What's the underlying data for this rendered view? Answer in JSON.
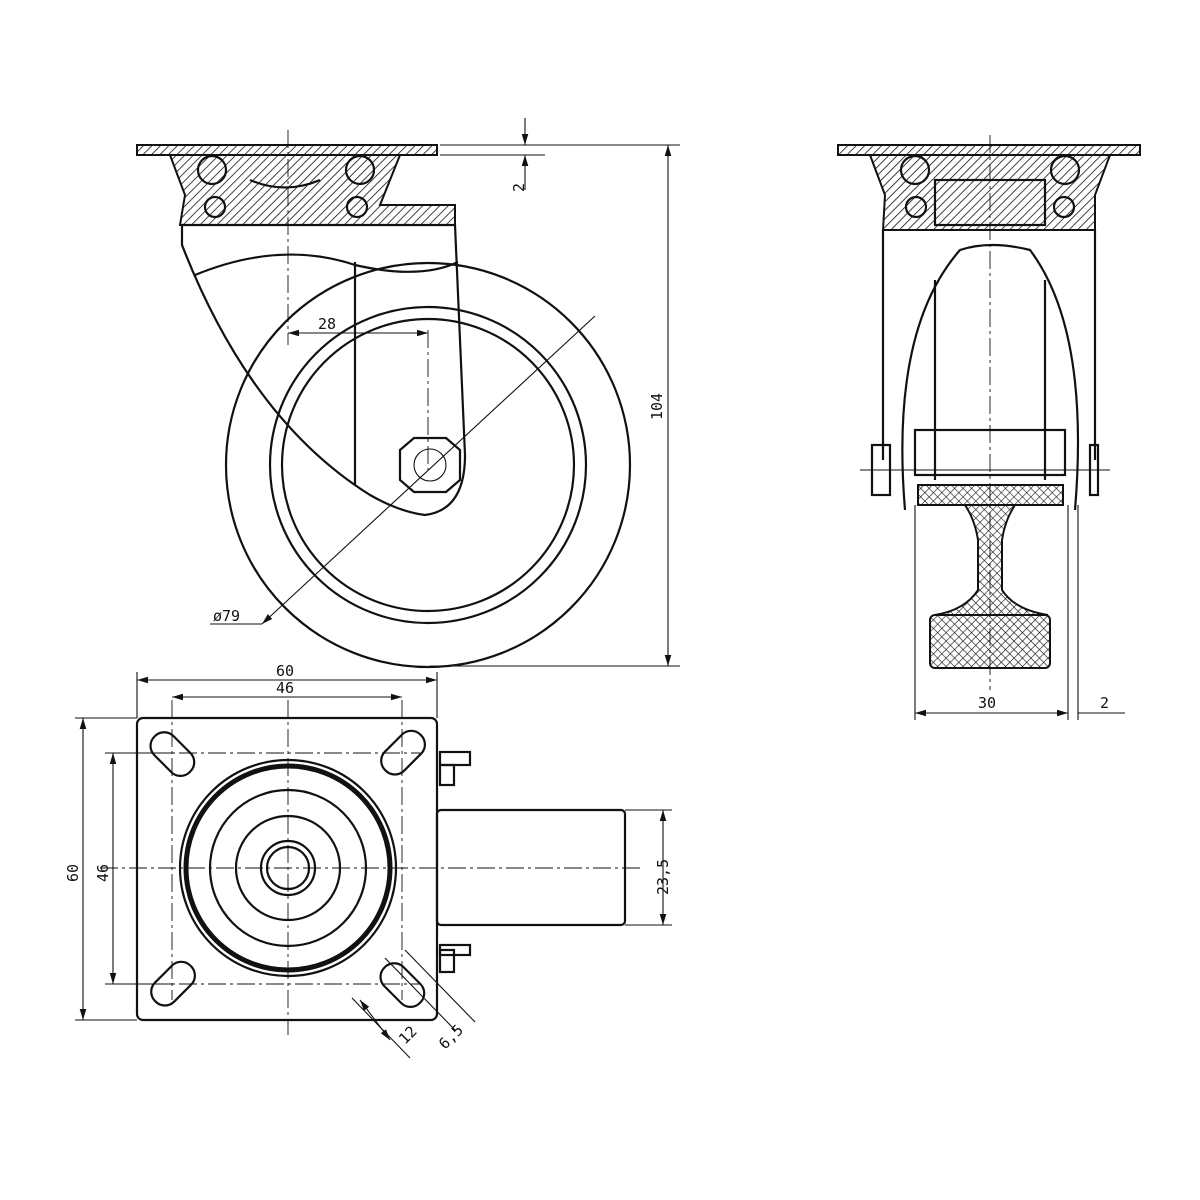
{
  "drawing": {
    "side_view": {
      "plate_thickness": "2",
      "offset": "28",
      "height": "104",
      "wheel_diameter": "ø79"
    },
    "top_view": {
      "plate_width": "60",
      "hole_spacing_x": "46",
      "plate_height": "60",
      "hole_spacing_y": "46",
      "tab_width": "23,5",
      "slot_length": "12",
      "slot_width": "6,5"
    },
    "front_view": {
      "wheel_width": "30",
      "gap": "2"
    },
    "colors": {
      "line": "#111111",
      "background": "#ffffff"
    }
  }
}
